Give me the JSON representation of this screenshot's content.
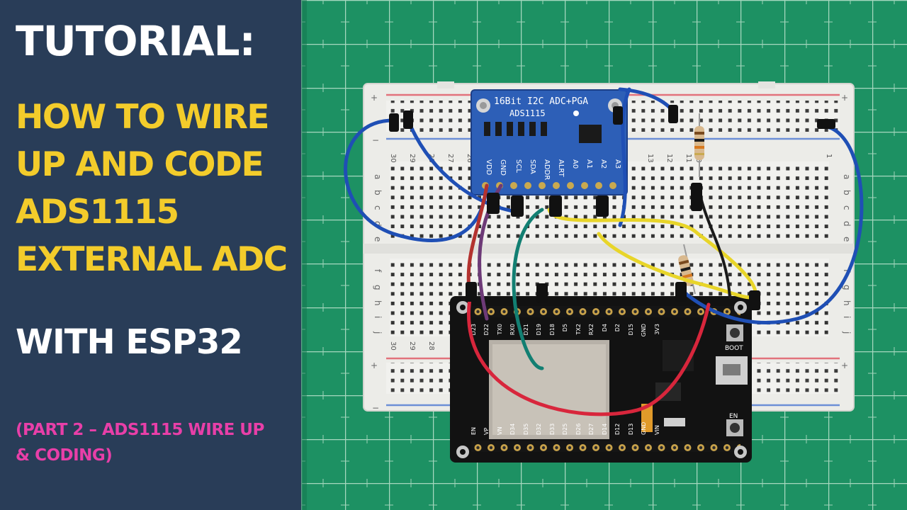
{
  "title": "TUTORIAL:",
  "subtitle_lines": [
    "HOW TO WIRE",
    "UP AND CODE",
    "ADS1115",
    "EXTERNAL ADC"
  ],
  "with_line": "WITH ESP32",
  "part_lines": [
    "(PART 2 – ADS1115 WIRE UP",
    "& CODING)"
  ],
  "board_text": {
    "module_title": "16Bit I2C ADC+PGA",
    "module_name": "ADS1115",
    "module_pins": [
      "VDD",
      "GND",
      "SCL",
      "SDA",
      "ADDR",
      "ALRT",
      "A0",
      "A1",
      "A2",
      "A3"
    ],
    "esp_top_pins": [
      "D23",
      "D22",
      "TX0",
      "RX0",
      "D21",
      "D19",
      "D18",
      "D5",
      "TX2",
      "RX2",
      "D4",
      "D2",
      "D15",
      "GND",
      "3V3"
    ],
    "esp_bottom_pins": [
      "EN",
      "VP",
      "VN",
      "D34",
      "D35",
      "D32",
      "D33",
      "D25",
      "D26",
      "D27",
      "D14",
      "D12",
      "D13",
      "GND",
      "VIN"
    ],
    "boot_label": "BOOT",
    "en_label": "EN",
    "row_letters_top": [
      "a",
      "b",
      "c",
      "d",
      "e"
    ],
    "row_letters_bottom": [
      "f",
      "g",
      "h",
      "i",
      "j"
    ],
    "col_numbers_left": [
      "30",
      "29",
      "28",
      "27",
      "26"
    ],
    "col_numbers_right": [
      "13",
      "12",
      "11",
      "10",
      "1"
    ]
  },
  "colors": {
    "panel": "#293d58",
    "accent_yellow": "#f3cc2b",
    "accent_pink": "#e83fa8",
    "mat": "#1e9464"
  }
}
